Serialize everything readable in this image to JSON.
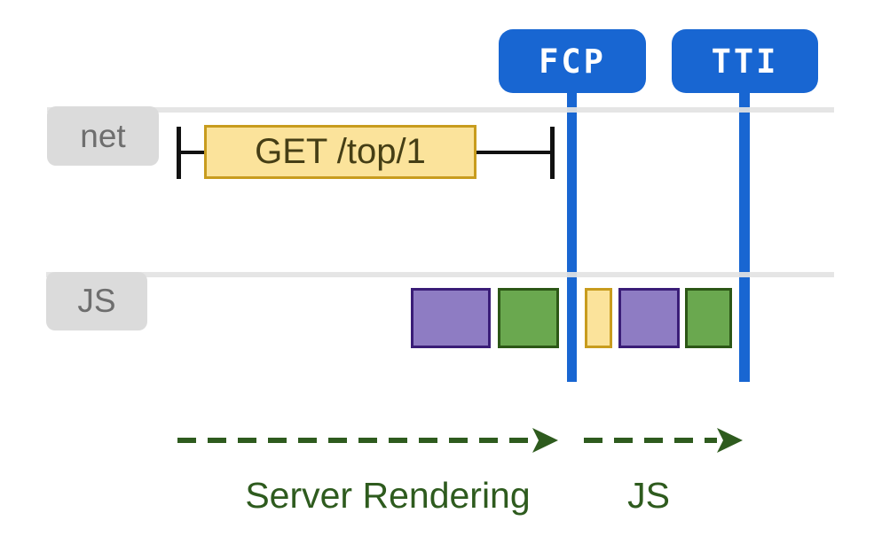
{
  "markers": [
    {
      "label": "FCP"
    },
    {
      "label": "TTI"
    }
  ],
  "rows": {
    "net": {
      "label": "net",
      "request": {
        "label": "GET /top/1"
      }
    },
    "js": {
      "label": "JS",
      "blocks": [
        {
          "color": "purple"
        },
        {
          "color": "green"
        },
        {
          "color": "yellow"
        },
        {
          "color": "purple"
        },
        {
          "color": "green"
        }
      ]
    }
  },
  "phases": [
    {
      "label": "Server Rendering"
    },
    {
      "label": "JS"
    }
  ],
  "colors": {
    "marker_blue": "#1866D2",
    "track_line": "#E3E3E3",
    "row_label_bg": "#DBDBDB",
    "row_label_text": "#6E6E6E",
    "request_fill": "#FBE39B",
    "request_border": "#C89C1E",
    "purple_fill": "#8E7CC3",
    "purple_border": "#3A1D77",
    "green_fill": "#6AA84F",
    "green_border": "#2C5716",
    "phase_green": "#2E5B1E",
    "endpoint_black": "#111111"
  }
}
